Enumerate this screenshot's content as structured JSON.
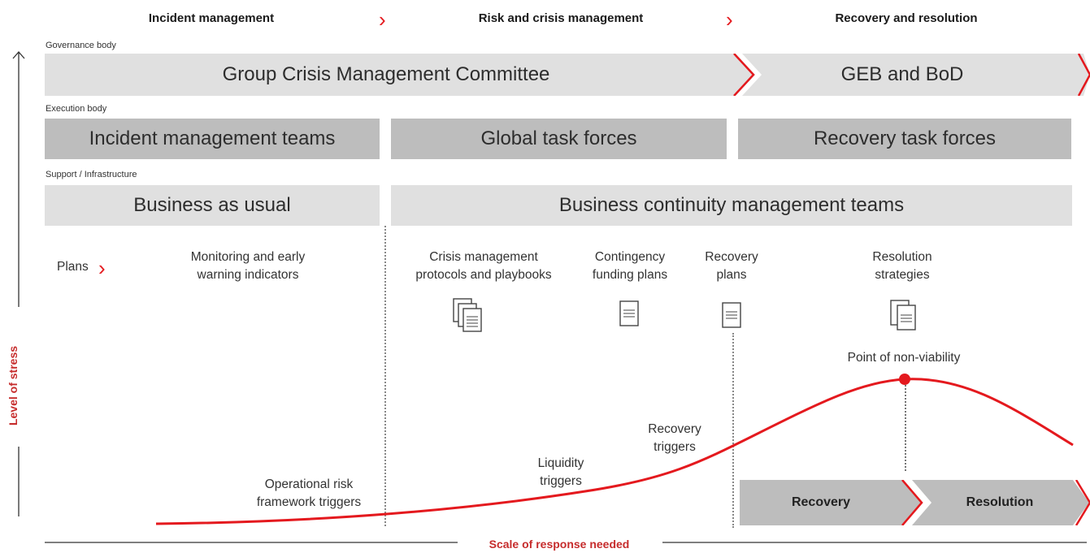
{
  "phases": {
    "incident": "Incident management",
    "risk": "Risk and crisis management",
    "recovery": "Recovery and resolution"
  },
  "governance": {
    "label": "Governance body",
    "committee": "Group Crisis Management Committee",
    "geb": "GEB and BoD"
  },
  "execution": {
    "label": "Execution body",
    "incident_teams": "Incident management teams",
    "global_forces": "Global task forces",
    "recovery_forces": "Recovery task forces"
  },
  "support": {
    "label": "Support / Infrastructure",
    "bau": "Business as usual",
    "bcm": "Business continuity management teams"
  },
  "plans": {
    "label": "Plans",
    "monitoring": [
      "Monitoring and early",
      "warning indicators"
    ],
    "crisis": [
      "Crisis management",
      "protocols and playbooks"
    ],
    "contingency": [
      "Contingency",
      "funding plans"
    ],
    "recovery": [
      "Recovery",
      "plans"
    ],
    "resolution": [
      "Resolution",
      "strategies"
    ]
  },
  "curve": {
    "pnv": "Point of non-viability",
    "recovery_triggers": [
      "Recovery",
      "triggers"
    ],
    "liquidity_triggers": [
      "Liquidity",
      "triggers"
    ],
    "oprisk_triggers": [
      "Operational risk",
      "framework triggers"
    ]
  },
  "stages": {
    "recovery": "Recovery",
    "resolution": "Resolution"
  },
  "axes": {
    "y": "Level of stress",
    "x": "Scale of response needed"
  },
  "colors": {
    "accent": "#e4191e",
    "light_bar": "#e0e0e0",
    "dark_bar": "#bdbdbd"
  }
}
